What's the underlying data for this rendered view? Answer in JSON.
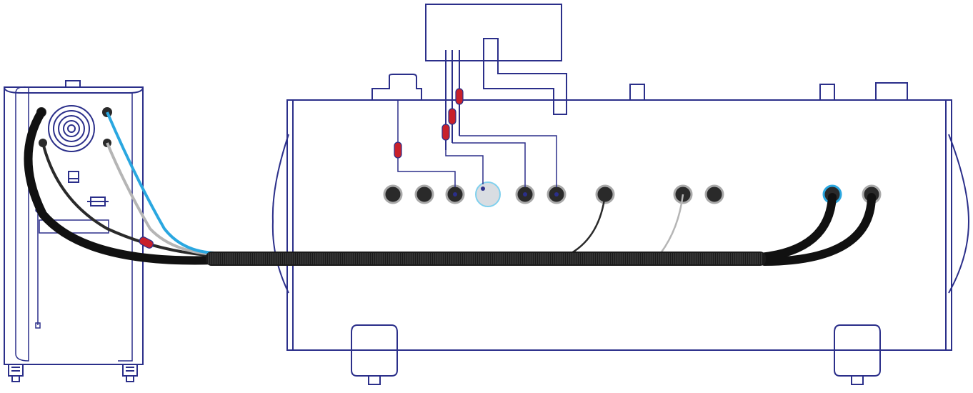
{
  "diagram": {
    "colors": {
      "outline": "#2b2f8a",
      "hose_black": "#111111",
      "cable_dark": "#2a2a2a",
      "cable_gray": "#b5b5b5",
      "cable_blue": "#2aa7e0",
      "connector_red": "#c8202a",
      "port_fill": "#2a2a2a",
      "port_ring_gray": "#a9a9a9",
      "port_ring_blue": "#2aa7e0",
      "gauge_fill": "#d9dde2"
    },
    "components": [
      "chiller-unit",
      "storage-tank",
      "control-box",
      "cable-conduit"
    ]
  }
}
